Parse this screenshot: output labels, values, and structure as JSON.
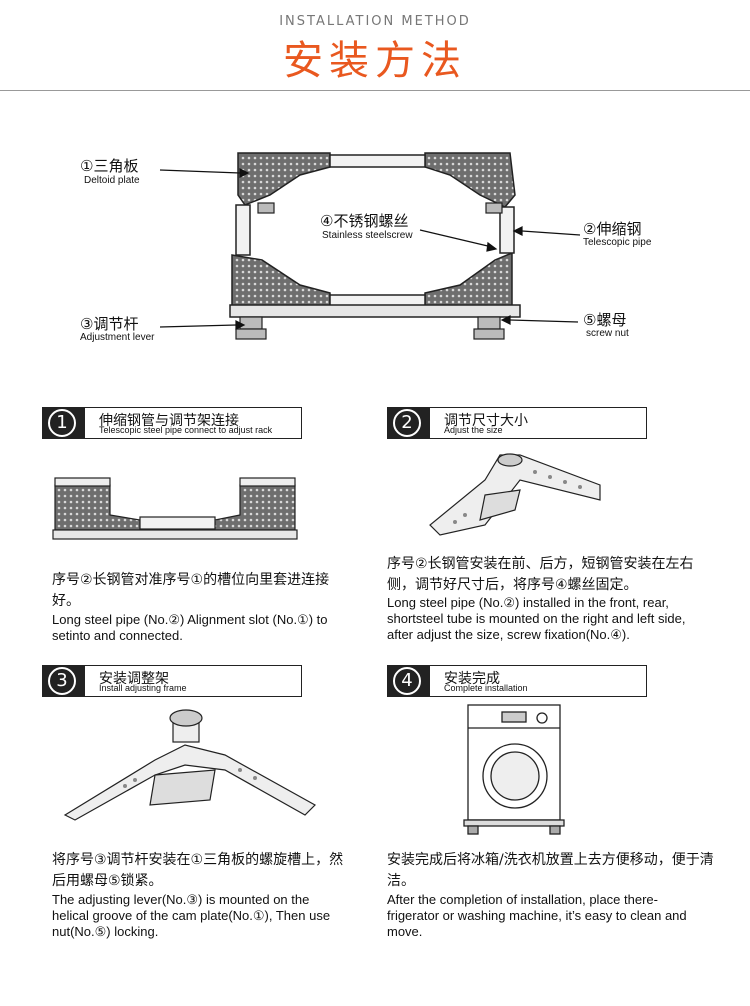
{
  "header": {
    "en_title": "INSTALLATION METHOD",
    "cn_title": "安装方法"
  },
  "diagram_labels": {
    "deltoid": {
      "cn": "①三角板",
      "en": "Deltoid plate"
    },
    "screw": {
      "cn": "④不锈钢螺丝",
      "en": "Stainless steelscrew"
    },
    "telescopic": {
      "cn": "②伸缩钢",
      "en": "Telescopic pipe"
    },
    "lever": {
      "cn": "③调节杆",
      "en": "Adjustment lever"
    },
    "nut": {
      "cn": "⑤螺母",
      "en": "screw nut"
    }
  },
  "steps": [
    {
      "num": "1",
      "title_cn": "伸缩钢管与调节架连接",
      "title_en": "Telescopic steel pipe connect to adjust rack",
      "desc_cn": "序号②长钢管对准序号①的槽位向里套进连接好。",
      "desc_en": "Long steel pipe (No.②) Alignment slot (No.①) to setinto and connected."
    },
    {
      "num": "2",
      "title_cn": "调节尺寸大小",
      "title_en": "Adjust the size",
      "desc_cn": "序号②长钢管安装在前、后方，短钢管安装在左右侧，调节好尺寸后，将序号④螺丝固定。",
      "desc_en": "Long steel pipe (No.②) installed in the front, rear, shortsteel tube is mounted on the right and left side, after adjust the size, screw fixation(No.④)."
    },
    {
      "num": "3",
      "title_cn": "安装调整架",
      "title_en": "Install adjusting frame",
      "desc_cn": "将序号③调节杆安装在①三角板的螺旋槽上，然后用螺母⑤锁紧。",
      "desc_en": "The adjusting lever(No.③) is mounted on the helical groove of the cam plate(No.①), Then use nut(No.⑤) locking."
    },
    {
      "num": "4",
      "title_cn": "安装完成",
      "title_en": "Complete installation",
      "desc_cn": "安装完成后将冰箱/洗衣机放置上去方便移动，便于清洁。",
      "desc_en": "After the completion of installation, place there-frigerator or washing machine, it’s easy to clean and move."
    }
  ]
}
